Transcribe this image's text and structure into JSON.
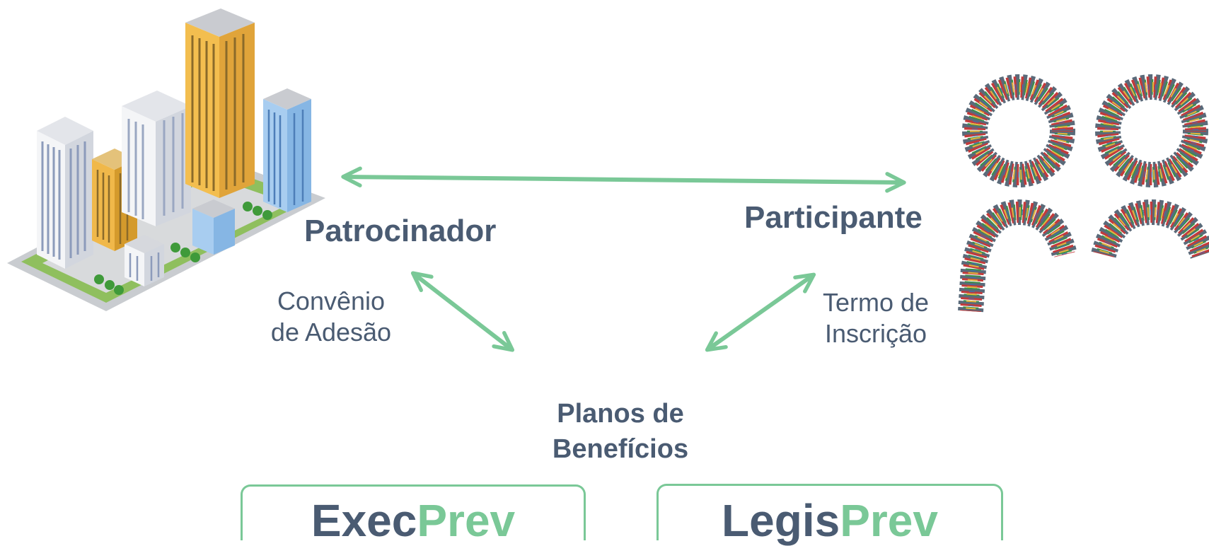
{
  "nodes": {
    "sponsor": {
      "label": "Patrocinador"
    },
    "participant": {
      "label": "Participante"
    },
    "plans": {
      "line1": "Planos de",
      "line2": "Benefícios"
    }
  },
  "edges": {
    "sponsor_plans": {
      "line1": "Convênio",
      "line2": "de Adesão"
    },
    "participant_plans": {
      "line1": "Termo de",
      "line2": "Inscrição"
    }
  },
  "plans": [
    {
      "part1": "Exec",
      "part2": "Prev"
    },
    {
      "part1": "Legis",
      "part2": "Prev"
    }
  ],
  "colors": {
    "text": "#4a5b72",
    "accent": "#7ac897"
  },
  "icons": {
    "sponsor": "city-buildings-icon",
    "participant": "crowd-people-icon"
  }
}
